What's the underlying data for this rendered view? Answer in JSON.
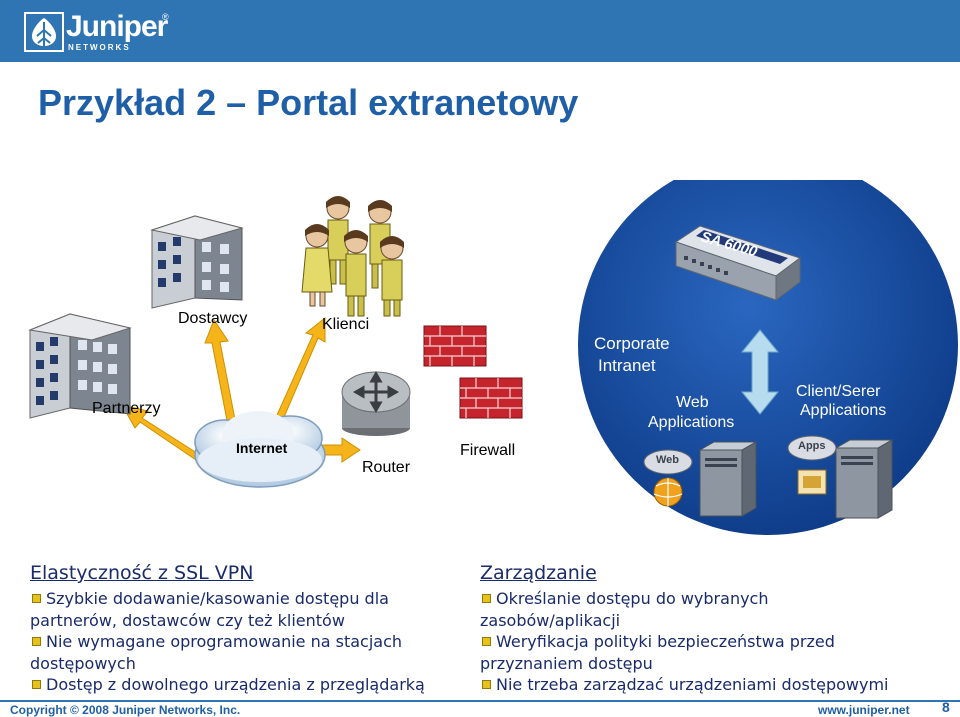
{
  "header": {
    "logo_text": "Juniper",
    "logo_reg": "®",
    "logo_sub": "NETWORKS"
  },
  "title": "Przykład 2 – Portal extranetowy",
  "diagram": {
    "partners_label": "Partnerzy",
    "suppliers_label": "Dostawcy",
    "clients_label": "Klienci",
    "internet_label": "Internet",
    "router_label": "Router",
    "firewall_label": "Firewall",
    "corporate_label_1": "Corporate",
    "corporate_label_2": "Intranet",
    "web_apps_label_1": "Web",
    "web_apps_label_2": "Applications",
    "client_server_label_1": "Client/Serer",
    "client_server_label_2": "Applications",
    "device_label": "SA 6000",
    "web_tag": "Web",
    "apps_tag": "Apps"
  },
  "left_column": {
    "heading": "Elastyczność z SSL VPN",
    "bullets": [
      "Szybkie dodawanie/kasowanie dostępu dla",
      "Nie wymagane oprogramowanie na stacjach",
      "Dostęp z dowolnego urządzenia z przeglądarką"
    ],
    "continuations": [
      "partnerów, dostawców czy też klientów",
      "dostępowych"
    ]
  },
  "right_column": {
    "heading": "Zarządzanie",
    "bullets": [
      "Określanie dostępu do wybranych",
      "Weryfikacja polityki bezpieczeństwa przed",
      "Nie trzeba zarządzać urządzeniami dostępowymi"
    ],
    "continuations": [
      "zasobów/aplikacji",
      "przyznaniem dostępu"
    ]
  },
  "footer": {
    "copyright": "Copyright © 2008 Juniper Networks, Inc.",
    "url": "www.juniper.net",
    "page": "8"
  },
  "colors": {
    "brand_blue": "#2f75b3",
    "title_blue": "#1f5fa8",
    "text_navy": "#1a2b6b",
    "bullet_yellow": "#e7c21a",
    "arrow_orange": "#f5b41a",
    "intranet_blue": "#15479a"
  }
}
